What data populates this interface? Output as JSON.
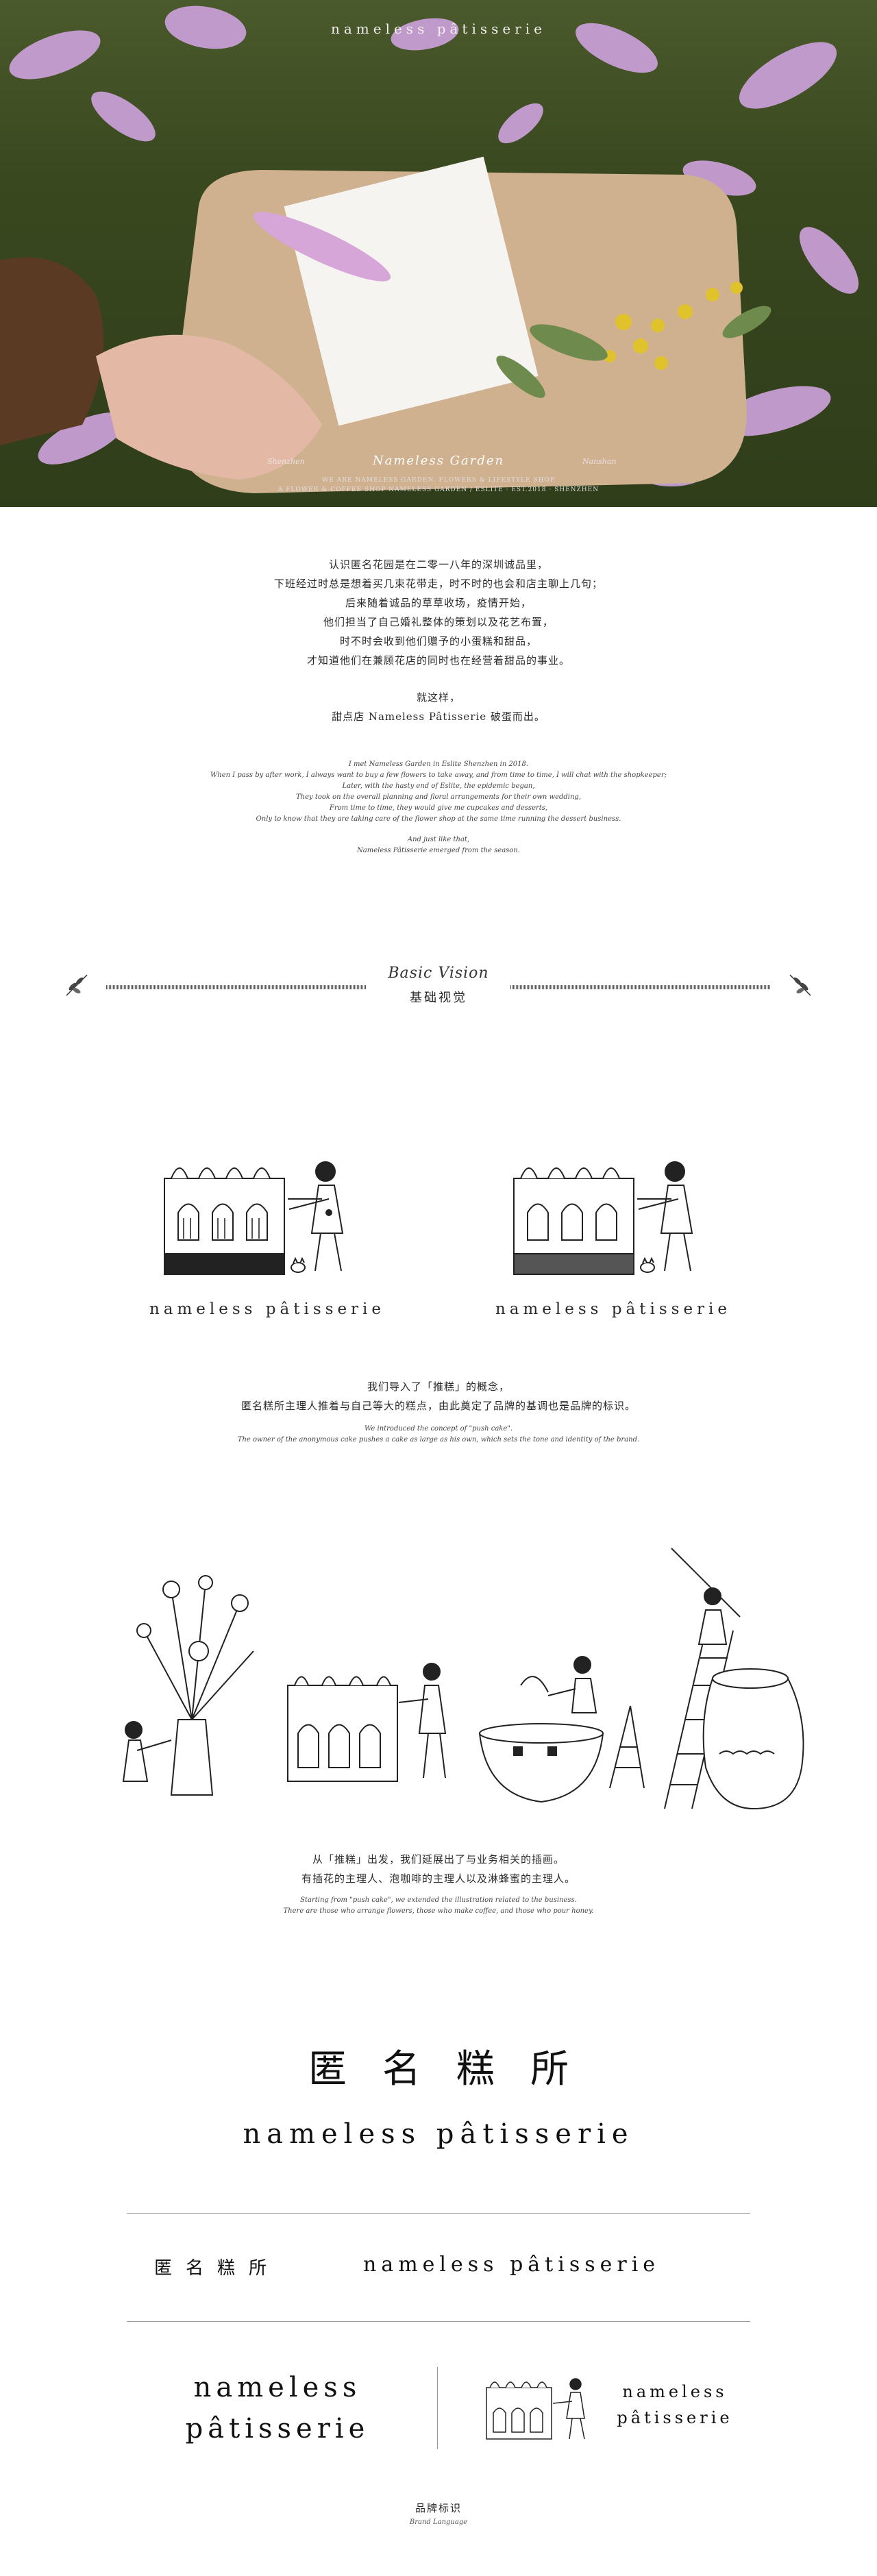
{
  "hero": {
    "brand": "nameless pâtisserie",
    "caption": "Nameless Garden",
    "meta_left": "Shenzhen",
    "meta_right": "Nanshan",
    "small_1": "WE ARE NAMELESS GARDEN. FLOWERS & LIFESTYLE SHOP",
    "small_2": "A FLOWER & COFFEE SHOP NAMELESS GARDEN / ESLITE · EST.2018 · SHENZHEN"
  },
  "intro": {
    "cn_lines": [
      "认识匿名花园是在二零一八年的深圳诚品里，",
      "下班经过时总是想着买几束花带走，时不时的也会和店主聊上几句；",
      "后来随着诚品的草草收场，疫情开始，",
      "他们担当了自己婚礼整体的策划以及花艺布置，",
      "时不时会收到他们赠予的小蛋糕和甜品，",
      "才知道他们在兼顾花店的同时也在经营着甜品的事业。"
    ],
    "cn_then": "就这样，",
    "cn_born": "甜点店 Nameless Pâtisserie 破蛋而出。",
    "en_lines": [
      "I met Nameless Garden in Eslite Shenzhen in 2018.",
      "When I pass by after work, I always want to buy a few flowers to take away, and from time to time, I will chat with the shopkeeper;",
      "Later, with the hasty end of Eslite, the epidemic began,",
      "They took on the overall planning and floral arrangements for their own wedding,",
      "From time to time, they would give me cupcakes and desserts,",
      "Only to know that they are taking care of the flower shop at the same time running the dessert business."
    ],
    "en_then": "And just like that,",
    "en_born": "Nameless Pâtisserie emerged from the season."
  },
  "vision": {
    "title_en": "Basic Vision",
    "title_cn": "基础视觉"
  },
  "logos": {
    "wordmark": "nameless pâtisserie"
  },
  "concept": {
    "cn_1": "我们导入了「推糕」的概念，",
    "cn_2": "匿名糕所主理人推着与自己等大的糕点，由此奠定了品牌的基调也是品牌的标识。",
    "en_1": "We introduced the concept of \"push cake\".",
    "en_2": "The owner of the anonymous cake pushes a cake as large as his own, which sets the tone and identity of the brand."
  },
  "illustration_text": {
    "cn_1": "从「推糕」出发，我们延展出了与业务相关的插画。",
    "cn_2": "有插花的主理人、泡咖啡的主理人以及淋蜂蜜的主理人。",
    "en_1": "Starting from \"push cake\", we extended the illustration related to the business.",
    "en_2": "There are those who arrange flowers, those who make coffee, and those who pour honey."
  },
  "typography": {
    "big_cn": "匿名糕所",
    "big_en": "nameless pâtisserie",
    "row_cn": "匿名糕所",
    "row_en": "nameless pâtisserie",
    "stack_en_1": "nameless",
    "stack_en_2": "pâtisserie",
    "lock_en_1": "nameless",
    "lock_en_2": "pâtisserie"
  },
  "footer": {
    "cn": "品牌标识",
    "en": "Brand Language"
  },
  "colors": {
    "ink": "#2a2a2a",
    "petal": "#c79ad0",
    "grass": "#3e4f22",
    "kraft": "#cfb18f"
  }
}
